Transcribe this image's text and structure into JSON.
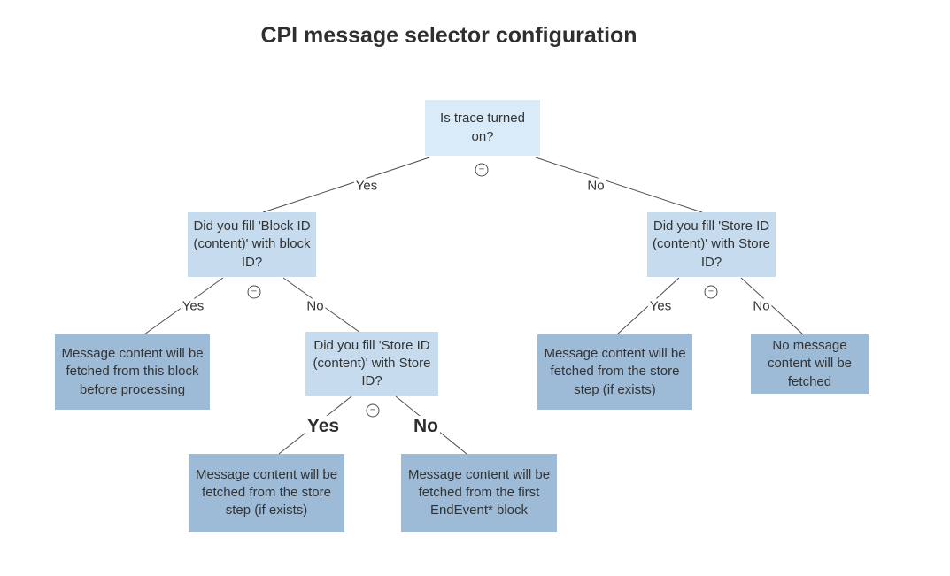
{
  "title": "CPI message selector configuration",
  "icons": {
    "collapse_glyph": "−"
  },
  "colors": {
    "root_fill": "#d9eaf8",
    "decision_fill": "#c6dcee",
    "leaf_fill": "#9dbad6",
    "edge": "#4d4d4d"
  },
  "nodes": {
    "root": "Is trace turned on?",
    "block_question": "Did you fill 'Block ID (content)' with block ID?",
    "store_question_left": "Did you fill 'Store ID (content)' with Store ID?",
    "store_question_right": "Did you fill 'Store ID (content)' with Store ID?",
    "leaf_block_content": "Message content will be fetched from this block before processing",
    "leaf_store_left": "Message content will be fetched from the store step (if exists)",
    "leaf_endevent": "Message content will be fetched from the first EndEvent* block",
    "leaf_store_right": "Message content will be fetched from the store step (if exists)",
    "leaf_no_content": "No message content will be fetched"
  },
  "edge_labels": {
    "root_yes": "Yes",
    "root_no": "No",
    "block_yes": "Yes",
    "block_no": "No",
    "store_left_yes": "Yes",
    "store_left_no": "No",
    "right_yes": "Yes",
    "right_no": "No"
  }
}
